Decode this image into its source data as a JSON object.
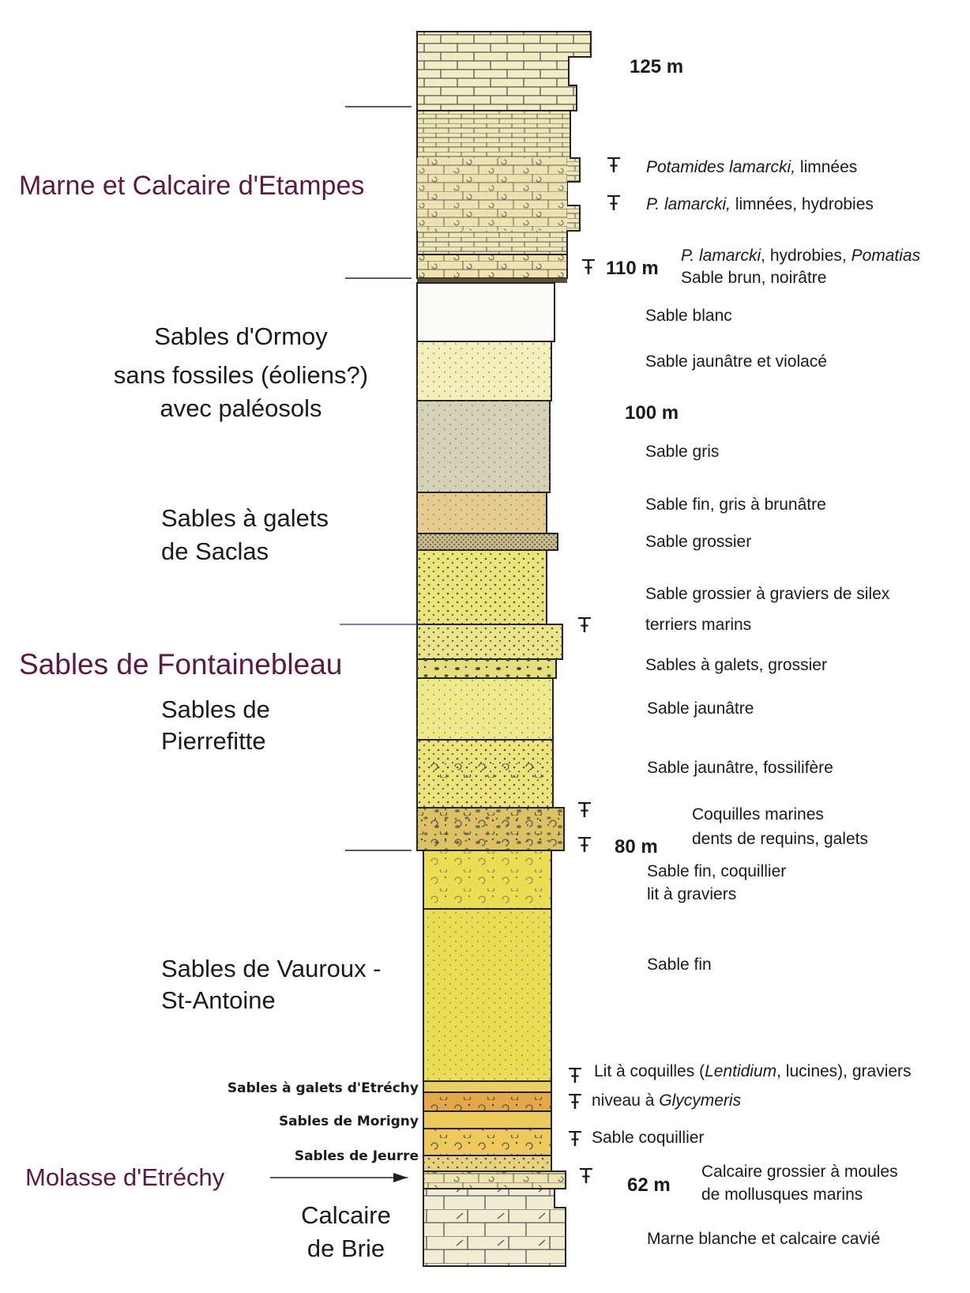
{
  "colors": {
    "major_formation_label": "#5a1a45",
    "outline": "#222222",
    "limestone": "#f2ecc4",
    "white_sand": "#fbfbf9",
    "pale_yellow_sand": "#f4eeba",
    "grey_sand": "#d3d1b6",
    "grey_brown_sand": "#e4cd8e",
    "coarse_grey_sand": "#c9b98c",
    "yellow_sand": "#eae47a",
    "fine_yellow_sand": "#ebde55",
    "orange_sand": "#e5a848",
    "dark_sand": "#dcc264"
  },
  "formations": {
    "etampes": "Marne et Calcaire d'Etampes",
    "ormoy": [
      "Sables d'Ormoy",
      "sans fossiles (éoliens?)",
      "avec paléosols"
    ],
    "saclas": [
      "Sables à galets",
      "de Saclas"
    ],
    "fontainebleau": "Sables de Fontainebleau",
    "pierrefitte": [
      "Sables de",
      "Pierrefitte"
    ],
    "vauroux": [
      "Sables de Vauroux -",
      "St-Antoine"
    ],
    "etrechy_galets": "Sables à galets d'Etréchy",
    "morigny": "Sables de Morigny",
    "jeurre": "Sables de Jeurre",
    "molasse": "Molasse d'Etréchy",
    "brie": [
      "Calcaire",
      "de Brie"
    ]
  },
  "heights": {
    "h125": "125 m",
    "h110": "110 m",
    "h100": "100 m",
    "h80": "80 m",
    "h62": "62 m"
  },
  "fossil_symbol": "Ŧ",
  "descriptions": {
    "potamides": [
      "Potamides lamarcki,",
      " limnées"
    ],
    "lamarcki_hydrobies": [
      "P. lamarcki,",
      " limnées, hydrobies"
    ],
    "pomatias": [
      "P. lamarcki",
      ", hydrobies, ",
      "Pomatias"
    ],
    "sable_brun": "Sable brun, noirâtre",
    "sable_blanc": "Sable blanc",
    "sable_jaunatre_violace": "Sable jaunâtre et violacé",
    "sable_gris": "Sable gris",
    "sable_fin_gris": "Sable fin, gris à brunâtre",
    "sable_grossier": "Sable grossier",
    "sable_grossier_silex": "Sable grossier à graviers de silex",
    "terriers": "terriers marins",
    "sables_galets_grossier": "Sables à galets, grossier",
    "sable_jaunatre": "Sable jaunâtre",
    "sable_jaunatre_fossilifere": "Sable jaunâtre, fossilifère",
    "coquilles_marines": "Coquilles marines",
    "dents_requins": "dents de requins, galets",
    "sable_fin_coquillier": "Sable fin, coquillier",
    "lit_graviers": "lit à graviers",
    "sable_fin": "Sable fin",
    "lit_coquilles": [
      "Lit à coquilles (",
      "Lentidium",
      ", lucines), graviers"
    ],
    "glycymeris": [
      "niveau à ",
      "Glycymeris"
    ],
    "sable_coquillier": "Sable coquillier",
    "calcaire_grossier": "Calcaire grossier à moules",
    "mollusques": "de mollusques marins",
    "marne_blanche": "Marne blanche et calcaire cavié"
  }
}
